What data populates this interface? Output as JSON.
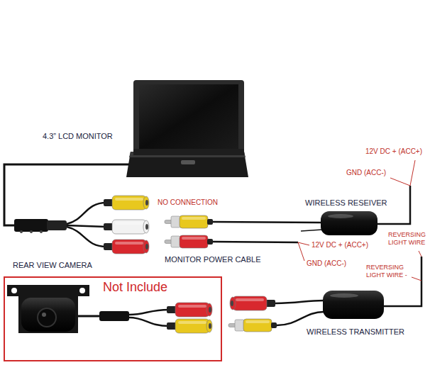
{
  "diagram": {
    "nodes": [
      {
        "text": [
          "Not Include"
        ]
      }
    ],
    "labels": [
      "4.3” LCD MONITOR",
      "NO CONNECTION",
      "WIRELESS RESEIVER",
      "12V DC + (ACC+)",
      "GND (ACC-)",
      "REAR VIEW CAMERA",
      "MONITOR POWER CABLE",
      "12V DC + (ACC+)",
      "GND (ACC-)",
      "REVERSING LIGHT WIRE",
      "REVERSING LIGHT WIRE -",
      "WIRELESS TRANSMITTER"
    ]
  }
}
